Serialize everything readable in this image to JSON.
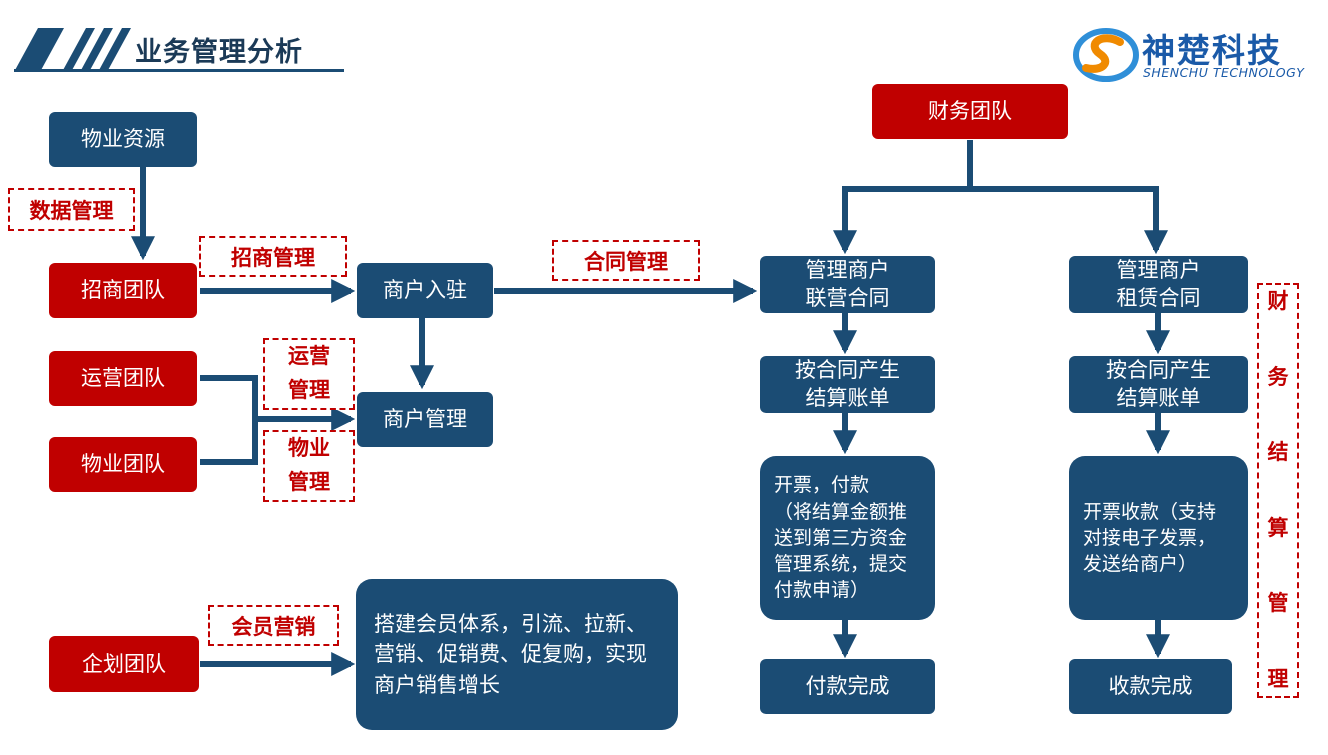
{
  "header": {
    "title": "业务管理分析",
    "logo": {
      "name_cn": "神楚科技",
      "name_en": "SHENCHU TECHNOLOGY",
      "mark_icon": "s-swoosh-logo-icon"
    }
  },
  "nodes": {
    "property_resources": "物业资源",
    "leasing_team": "招商团队",
    "operations_team": "运营团队",
    "property_team": "物业团队",
    "planning_team": "企划团队",
    "merchant_onboarding": "商户入驻",
    "merchant_management": "商户管理",
    "member_marketing_desc": "搭建会员体系，引流、拉新、营销、促销费、促复购，实现商户销售增长",
    "finance_team": "财务团队",
    "joint_contract": "管理商户\n联营合同",
    "lease_contract": "管理商户\n租赁合同",
    "joint_bill": "按合同产生\n结算账单",
    "lease_bill": "按合同产生\n结算账单",
    "invoice_pay": "开票，付款\n（将结算金额推送到第三方资金管理系统，提交付款申请）",
    "invoice_collect": "开票收款（支持对接电子发票，发送给商户）",
    "payment_done": "付款完成",
    "collection_done": "收款完成"
  },
  "tags": {
    "data_mgmt": "数据管理",
    "leasing_mgmt": "招商管理",
    "contract_mgmt": "合同管理",
    "ops_mgmt": "运营\n管理",
    "property_mgmt": "物业\n管理",
    "member_marketing": "会员营销",
    "finance_settlement": "财务结算管理"
  },
  "colors": {
    "primary_blue": "#1b4c74",
    "accent_red": "#c00000",
    "logo_blue": "#1a5aa8"
  }
}
